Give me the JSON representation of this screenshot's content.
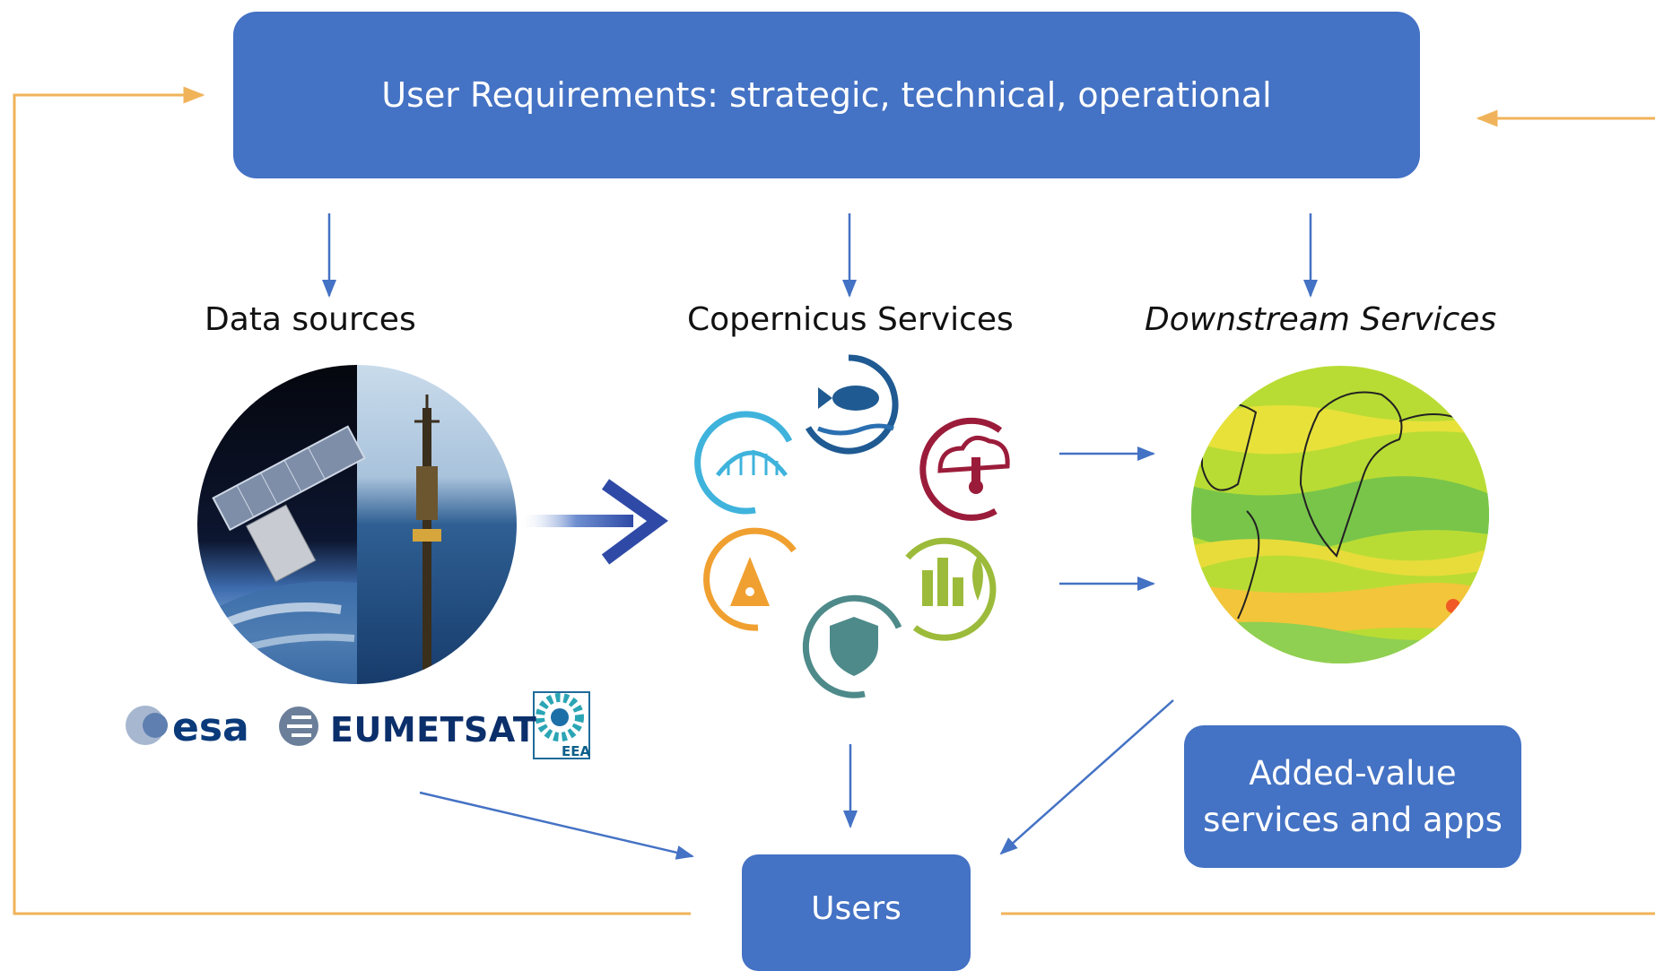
{
  "requirements_box": {
    "label": "User Requirements: strategic, technical, operational"
  },
  "columns": {
    "data_sources": "Data sources",
    "copernicus": "Copernicus Services",
    "downstream": "Downstream Services"
  },
  "logos": {
    "esa": "esa",
    "eumetsat": "EUMETSAT",
    "eea": "EEA"
  },
  "added_value_box": {
    "line1": "Added-value",
    "line2": "services and apps"
  },
  "users_box": {
    "label": "Users"
  },
  "colors": {
    "box_fill": "#4472c4",
    "feedback_loop": "#f0b35a",
    "flow_arrow": "#4472c4",
    "big_arrow": "#2f4aa6"
  }
}
